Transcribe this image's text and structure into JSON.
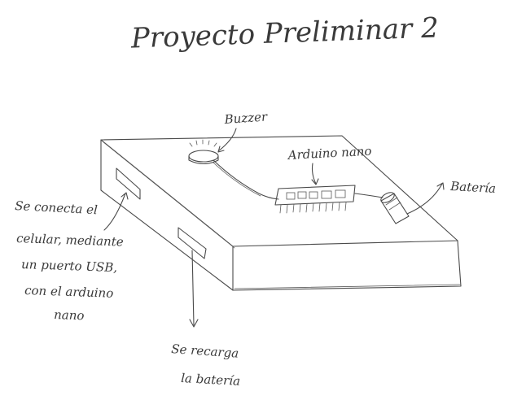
{
  "title": "Proyecto Preliminar 2",
  "labels": {
    "buzzer": "Buzzer",
    "arduino": "Arduino nano",
    "battery": "Batería",
    "usb_lines": [
      "Se conecta el",
      "celular, mediante",
      "un puerto USB,",
      "con el arduino",
      "nano"
    ],
    "charge_lines": [
      "Se recarga",
      "la batería"
    ]
  },
  "icons": {
    "buzzer": "buzzer-icon",
    "arduino": "arduino-board-icon",
    "battery": "battery-icon",
    "usb_port": "usb-port-icon",
    "charge_port": "charge-port-icon"
  }
}
